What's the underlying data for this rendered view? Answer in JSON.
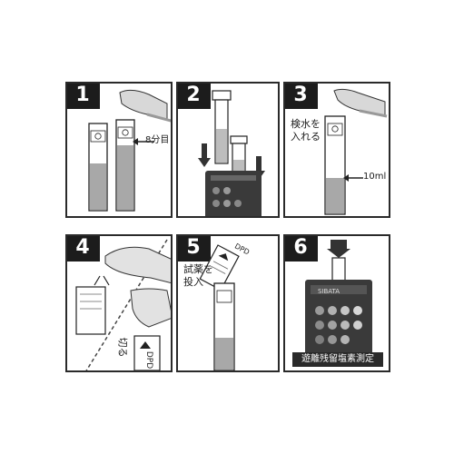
{
  "steps": [
    {
      "number": "1",
      "label_mark": "8分目"
    },
    {
      "number": "2"
    },
    {
      "number": "3",
      "label_sample_line1": "検水を",
      "label_sample_line2": "入れる",
      "label_volume": "10ml"
    },
    {
      "number": "4",
      "label_cut": "切る",
      "label_packet": "DPD"
    },
    {
      "number": "5",
      "label_reagent_line1": "試薬を",
      "label_reagent_line2": "投入",
      "label_packet": "DPD"
    },
    {
      "number": "6",
      "label_result": "遊離残留塩素測定",
      "label_brand": "SIBATA"
    }
  ],
  "colors": {
    "ink": "#1c1c1c",
    "liquid": "#a8a8a8",
    "device": "#3a3a3a"
  }
}
